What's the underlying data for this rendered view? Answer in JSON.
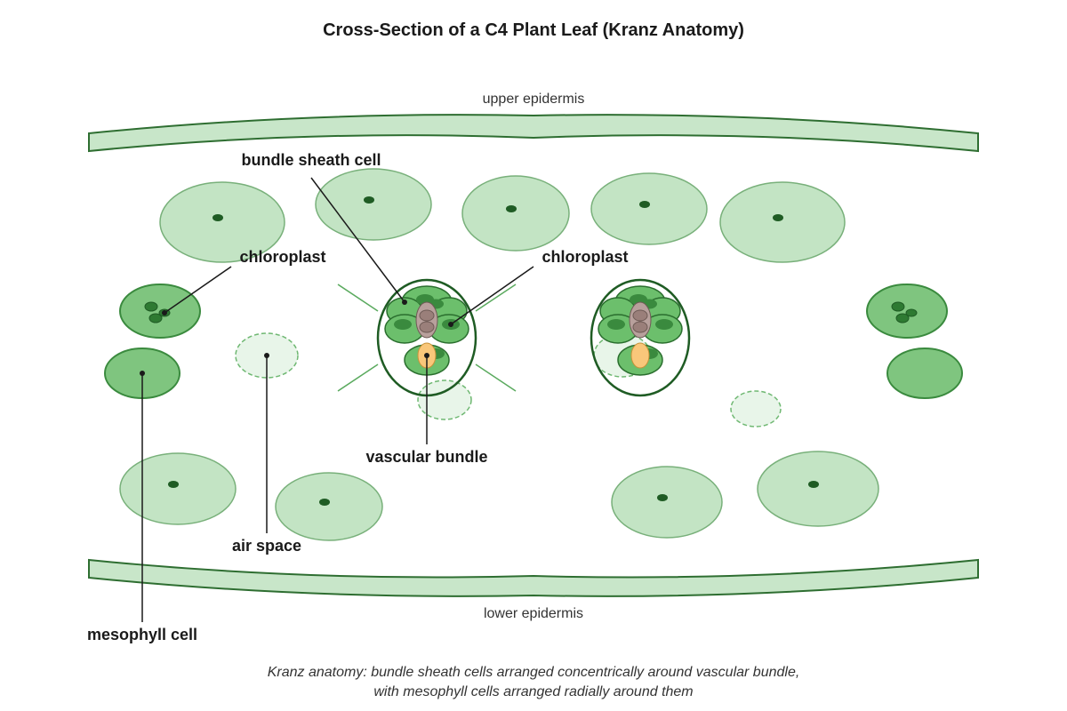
{
  "title": "Cross-Section of a C4 Plant Leaf (Kranz Anatomy)",
  "tissues": {
    "upper_epidermis": "upper epidermis",
    "lower_epidermis": "lower epidermis"
  },
  "callouts": {
    "bundle_sheath_cell": "bundle sheath cell",
    "chloroplast_left": "chloroplast",
    "chloroplast_right": "chloroplast",
    "vascular_bundle": "vascular bundle",
    "air_space": "air space",
    "mesophyll_cell": "mesophyll cell"
  },
  "caption": {
    "line1": "Kranz anatomy: bundle sheath cells arranged concentrically around vascular bundle,",
    "line2": "with mesophyll cells arranged radially around them"
  },
  "colors": {
    "light_cell_fill": "#c3e4c4",
    "light_cell_stroke": "#78b07a",
    "dark_cell_fill": "#7fc57f",
    "dark_cell_stroke": "#3a8a3e",
    "epidermis_fill": "#c8e6c9",
    "epidermis_stroke": "#2e6e31",
    "chloroplast": "#1f5c24",
    "air_space_fill": "#e8f5e9",
    "air_space_stroke": "#6fb872",
    "sheath_outline": "#1f5c24",
    "phloem_fill": "#b8a09c",
    "xylem_fill": "#f9c77a"
  }
}
